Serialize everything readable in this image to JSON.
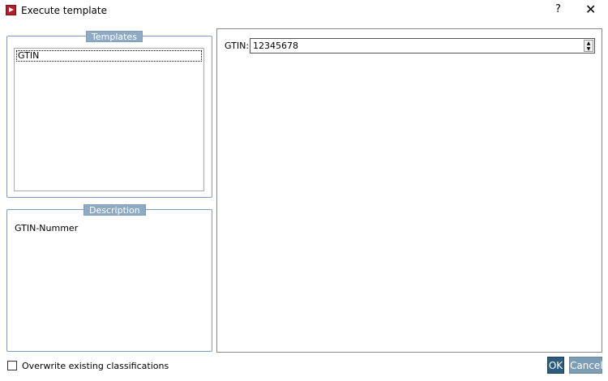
{
  "window": {
    "title": "Execute template",
    "help": "?",
    "close": "✕"
  },
  "templates": {
    "legend": "Templates",
    "items": [
      "GTIN"
    ]
  },
  "description": {
    "legend": "Description",
    "text": "GTIN-Nummer"
  },
  "params": {
    "label": "GTIN:",
    "value": "12345678"
  },
  "footer": {
    "checkbox_label": "Overwrite existing classifications",
    "checked": false,
    "ok": "OK",
    "cancel": "Cancel"
  },
  "colors": {
    "ok": "#2d5c7f",
    "cancel": "#7d9db4",
    "legend": "#8eabc3"
  }
}
